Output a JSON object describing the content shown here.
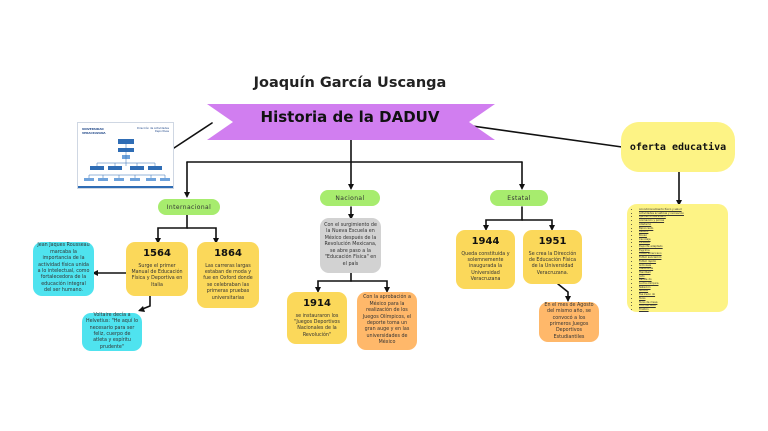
{
  "author": "Joaquín García Uscanga",
  "title": "Historia de la DADUV",
  "org_chart": {
    "header_left": "UNIVERSIDAD VERACRUZANA",
    "header_right": "Dirección de Actividades Deportivas"
  },
  "oferta": "oferta educativa",
  "oferta_items": [
    "Acondicionamiento físico y salud",
    "Actividades acuáticas y recreación",
    "Ajedrez universitario",
    "Animación y porras",
    "Atletismo",
    "Baloncesto",
    "Béisbol",
    "Boxeo",
    "Canotaje",
    "Ciclismo",
    "Deporte adaptado",
    "Esgrima",
    "Fútbol americano",
    "Fútbol asociación",
    "Fútbol rápido",
    "Gimnasia",
    "Halterofilia",
    "Handball",
    "Judo",
    "Karate do",
    "Lucha olímpica",
    "Natación",
    "Softbol",
    "Tae kwon do",
    "Tenis",
    "Tenis de mesa",
    "Tiro con arco",
    "Triatlón",
    "Voleibol",
    "Voleibol de playa"
  ],
  "branches": {
    "internacional": {
      "label": "Internacional",
      "c1564": {
        "year": "1564",
        "text": "Surge el primer Manual de Educación Física y Deportiva en Italia"
      },
      "c1864": {
        "year": "1864",
        "text": "Las carreras largas estaban de moda y fue en Oxford donde se celebraban las primeras pruebas universitarias"
      },
      "rousseau": "Jean Jaques Rousseau marcaba la importancia de la actividad física unida a lo intelectual, como fortalecedora de la educación integral del ser humano.",
      "helvetius": "Voltaire decía a Helvetius: \"He aquí lo necesario para ser feliz, cuerpo de atleta y espíritu prudente\""
    },
    "nacional": {
      "label": "Nacional",
      "grey": "Con el surgimiento de la Nueva Escuela en México después de la Revolución Mexicana, se abre paso a la \"Educación Física\" en el país",
      "c1914": {
        "year": "1914",
        "text": "se instauraron los \"Juegos Deportivos Nacionales de la Revolución\""
      },
      "olympic": "Con la aprobación a México para la realización de los Juegos Olímpicos, el deporte toma un gran auge y en las universidades de México"
    },
    "estatal": {
      "label": "Estatal",
      "c1944": {
        "year": "1944",
        "text": "Queda constituida y solemnemente inaugurada la Universidad Veracruzana"
      },
      "c1951": {
        "year": "1951",
        "text": "Se crea la Dirección de Educación Física de la Universidad Veracruzana."
      },
      "agosto": "En el mes de Agosto del mismo año, se convocó a los primeros Juegos Deportivos Estudiantiles"
    }
  },
  "colors": {
    "banner": "#d17ef0",
    "pill": "#a7ec6e",
    "yellow": "#fbd85a",
    "orange": "#ffb86a",
    "cyan": "#4fe3ef",
    "grey": "#d2d2d2",
    "oferta": "#fdf385",
    "line": "#111111"
  }
}
